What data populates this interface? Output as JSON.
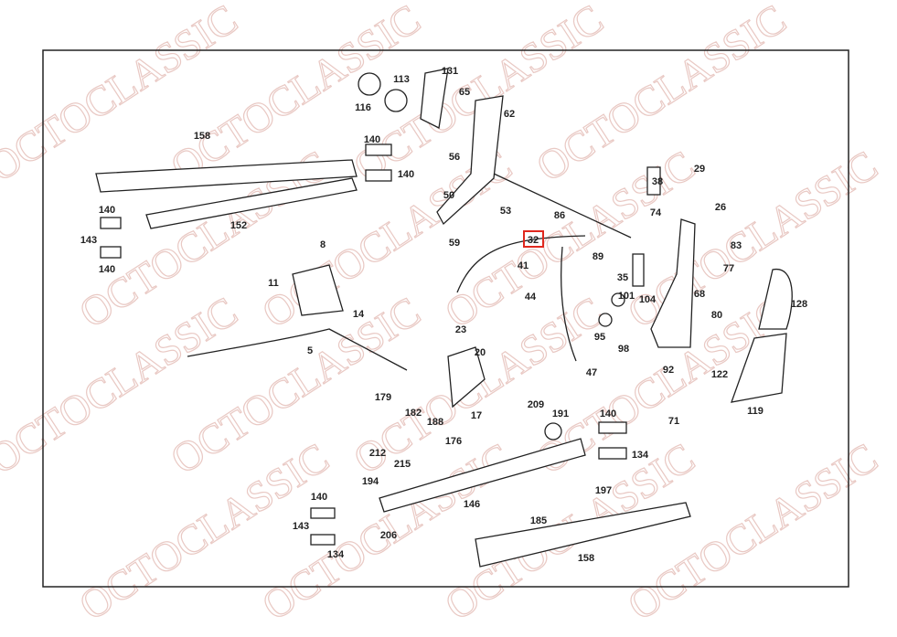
{
  "watermark": "OCTOCLASSIC",
  "highlighted_part": "32",
  "highlight_color": "#e0281e",
  "part_labels": [
    "131",
    "65",
    "113",
    "116",
    "62",
    "158",
    "140",
    "140",
    "56",
    "50",
    "53",
    "86",
    "38",
    "29",
    "26",
    "74",
    "83",
    "77",
    "152",
    "140",
    "143",
    "140",
    "59",
    "32",
    "41",
    "89",
    "35",
    "8",
    "11",
    "44",
    "101",
    "104",
    "68",
    "128",
    "80",
    "14",
    "23",
    "95",
    "98",
    "5",
    "20",
    "47",
    "92",
    "122",
    "179",
    "182",
    "188",
    "17",
    "209",
    "191",
    "140",
    "71",
    "119",
    "176",
    "212",
    "215",
    "134",
    "194",
    "146",
    "197",
    "140",
    "143",
    "206",
    "185",
    "134",
    "158"
  ]
}
